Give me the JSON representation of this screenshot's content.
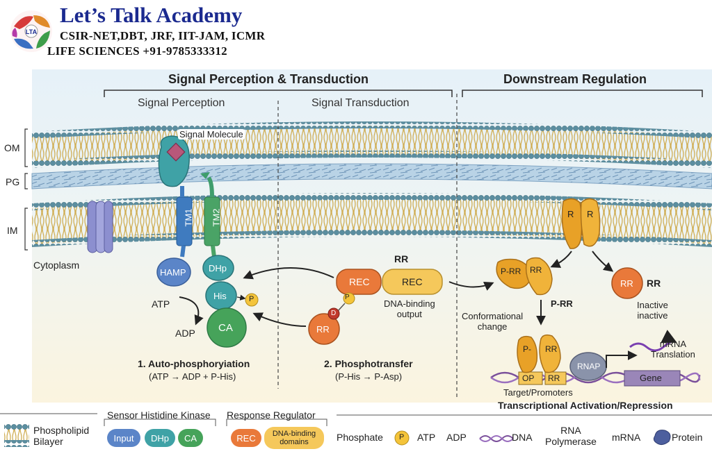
{
  "brand": {
    "title": "Let’s Talk Academy",
    "line2": "CSIR-NET,DBT, JRF, IIT-JAM, ICMR",
    "line3": "LIFE SCIENCES  +91-9785333312"
  },
  "headers": {
    "left": "Signal Perception & Transduction",
    "right": "Downstream Regulation",
    "perception": "Signal Perception",
    "transduction": "Signal Transduction"
  },
  "layers": {
    "om": "OM",
    "pg": "PG",
    "im": "IM",
    "cytoplasm": "Cytoplasm"
  },
  "labels": {
    "signal_molecule": "Signal Molecule",
    "tm1": "TM1",
    "tm2": "TM2",
    "hamp": "HAMP",
    "dhp": "DHp",
    "his": "His",
    "p": "P",
    "d": "D",
    "ca": "CA",
    "atp": "ATP",
    "adp": "ADP",
    "rr_title": "RR",
    "rec": "REC",
    "rec2": "REC",
    "dna_binding_output": "DNA-binding\noutput",
    "rr_small": "RR",
    "step1_title": "1. Auto-phosphoryiation",
    "step1_sub": "(ATP → ADP + P-His)",
    "step2_title": "2. Phosphotransfer",
    "step2_sub": "(P-His → P-Asp)",
    "r1": "R",
    "r2": "R",
    "prr_a": "P-RR",
    "prr_b": "RR",
    "prr_label": "P-RR",
    "conformational": "Conformational\nchange",
    "inactive_rr_a": "RR",
    "inactive_rr_b": "RR",
    "inactive": "Inactive\ninactive",
    "dimer_p": "P-",
    "dimer_rr": "RR",
    "op": "OP",
    "op_rr": "RR",
    "rnap": "RNAP",
    "gene": "Gene",
    "mrna_translation": "mRNA\nTranslation",
    "target_promoters": "Target/Promoters",
    "tx": "Transcriptional Activation/Repression"
  },
  "legend": {
    "phospholipid": "Phospholipid\nBilayer",
    "sensor_title": "Sensor Histidine Kinase",
    "input": "Input",
    "dhp": "DHp",
    "ca": "CA",
    "rr_title": "Response Regulator",
    "rec": "REC",
    "dna_binding": "DNA-binding\ndomains",
    "phosphate": "Phosphate",
    "p": "P",
    "atp": "ATP",
    "adp": "ADP",
    "dna": "DNA",
    "rna_polymerase": "RNA\nPolymerase",
    "mrna": "mRNA",
    "protein": "Protein"
  },
  "colors": {
    "membrane_head": "#5b8ea0",
    "tail": "#d9b860",
    "pg": "#b9d3e6",
    "bg_top": "#e6f1f8",
    "bg_bottom": "#fbf4df",
    "tm1": "#3f7bbf",
    "tm2": "#4aa366",
    "sensor_teal": "#3fa2a6",
    "ca_green": "#46a35a",
    "hamp_blue": "#5b85c8",
    "rec_orange": "#e9793a",
    "rr_orange": "#e8a127",
    "dna_yellow": "#f5c85b",
    "phosphate": "#f4c43a",
    "asp_red": "#c0392b",
    "rnap_gray": "#8a93aa",
    "dna_purple": "#7a4f9a",
    "gene_purple": "#9a86b8"
  }
}
